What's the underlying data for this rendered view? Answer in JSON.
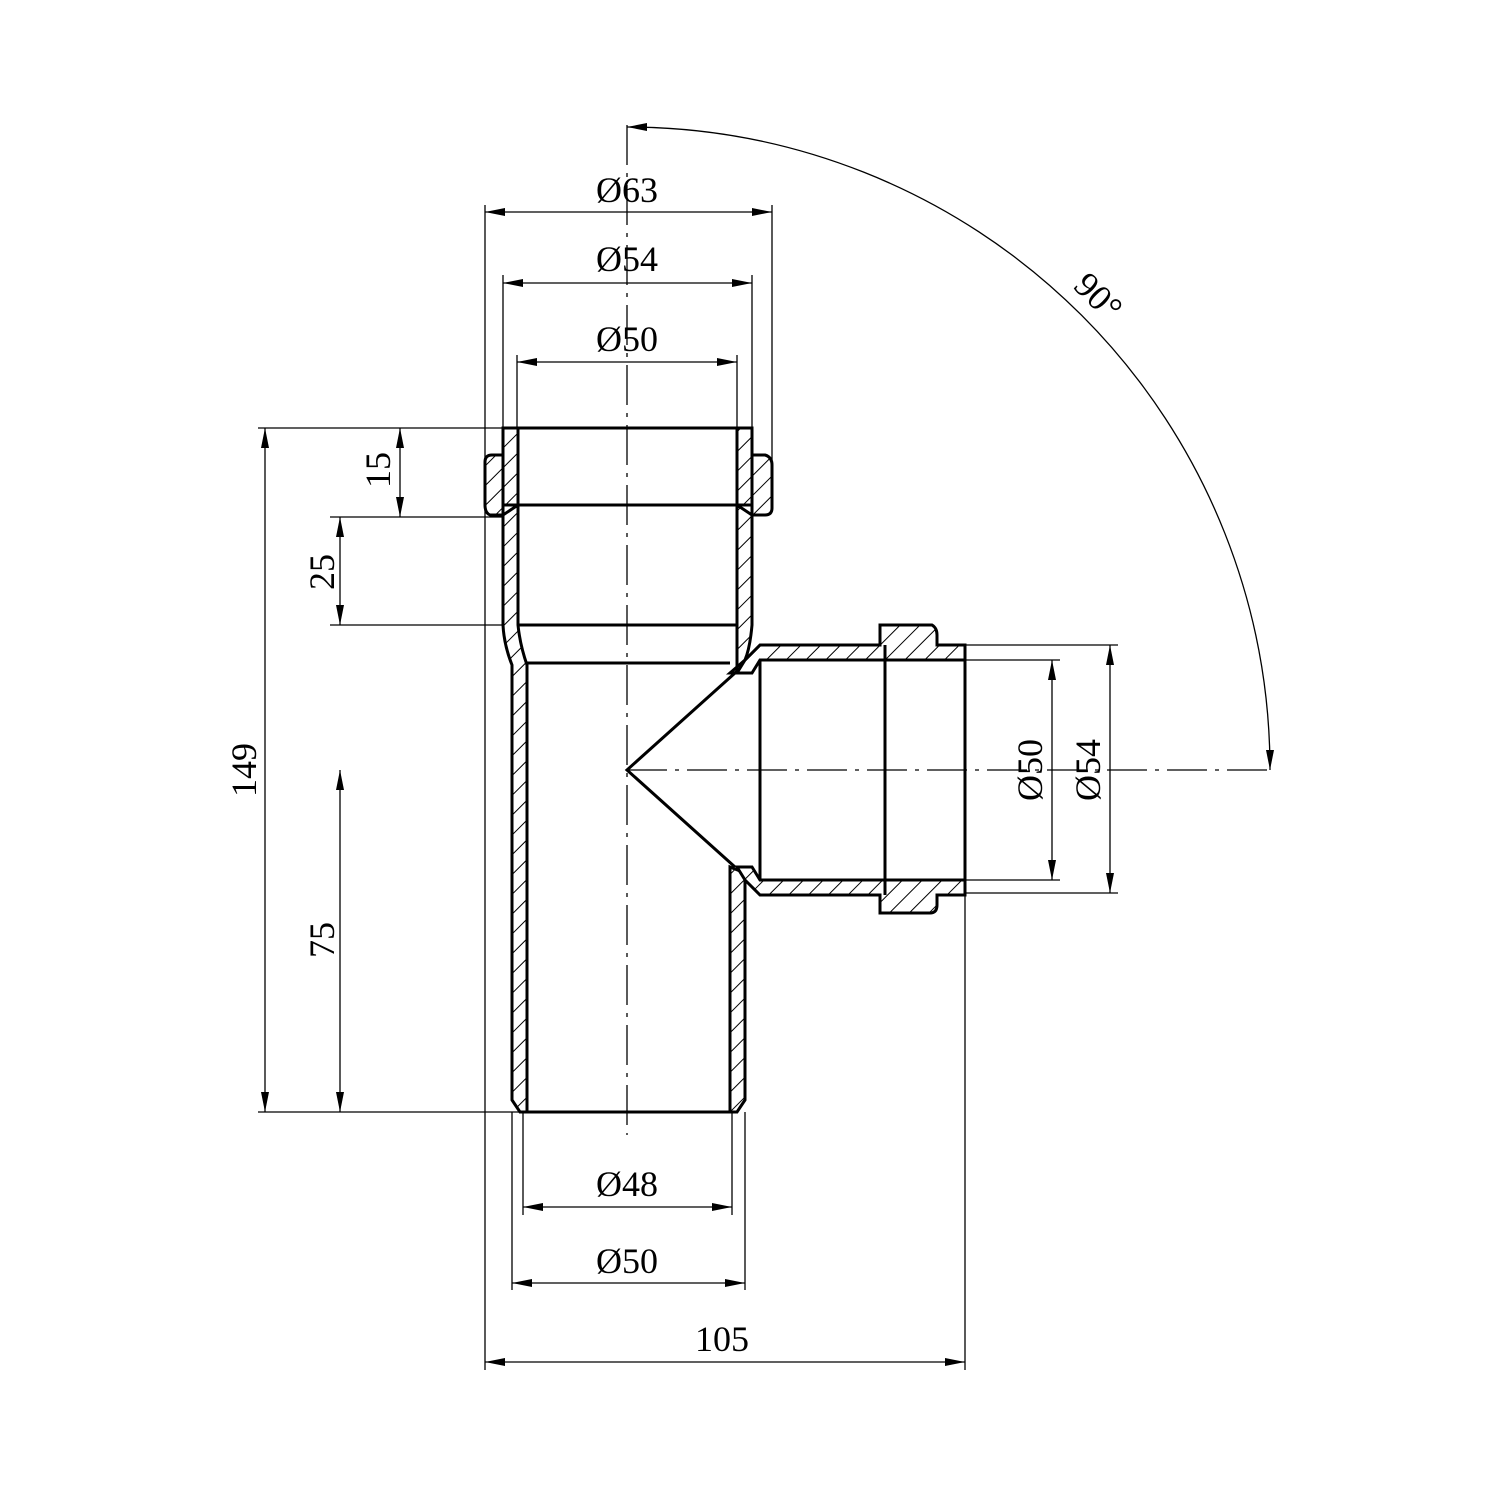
{
  "drawing": {
    "title": "Tee fitting 50x50 90 degree",
    "dimensions": {
      "top_outer_diameter": "Ø63",
      "top_socket_diameter": "Ø54",
      "top_inner_diameter": "Ø50",
      "socket_depth": "15",
      "insertion_depth": "25",
      "total_height": "149",
      "branch_height": "75",
      "spigot_inner_diameter": "Ø48",
      "spigot_outer_diameter": "Ø50",
      "total_width": "105",
      "branch_inner_diameter": "Ø50",
      "branch_socket_diameter": "Ø54",
      "branch_angle": "90°"
    },
    "colors": {
      "line": "#000000",
      "background": "#ffffff"
    }
  }
}
